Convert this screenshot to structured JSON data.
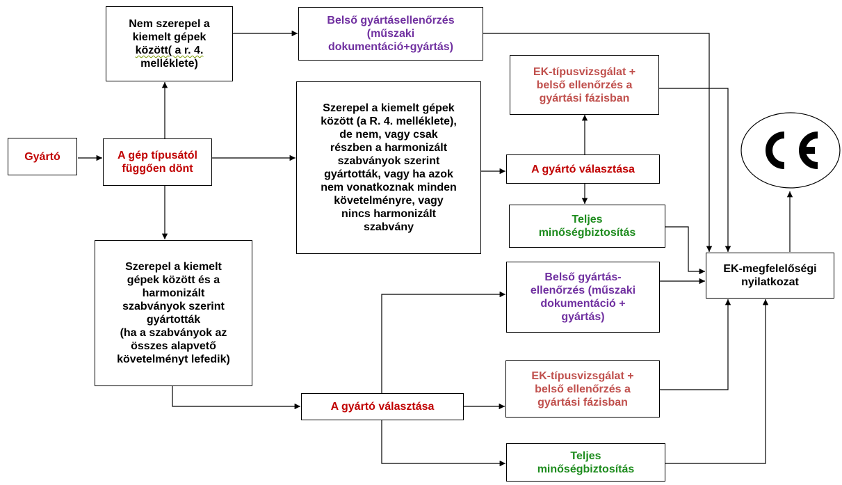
{
  "nodes": {
    "manufacturer": "Gyártó",
    "decides_by_type": "A gép típusától\nfüggően dönt",
    "not_listed": {
      "line1": "Nem szerepel a\nkiemelt gépek\n",
      "underlined": "között( a r. 4.",
      "line2": "\nmelléklete)"
    },
    "internal_check_top": "Belső gyártásellenőrzés\n(műszaki\ndokumentáció+gyártás)",
    "listed_not_harmonized": "Szerepel a kiemelt gépek\nközött (a R. 4. melléklete),\nde nem, vagy csak\nrészben a harmonizált\nszabványok szerint\ngyártották, vagy ha azok\nnem vonatkoznak minden\nkövetelményre, vagy\nnincs harmonizált\nszabvány",
    "ec_type_exam_top": "EK-típusvizsgálat +\nbelső ellenőrzés a\ngyártási fázisban",
    "choice_top": "A gyártó választása",
    "full_qa_top": "Teljes\nminőségbiztosítás",
    "listed_harmonized": "Szerepel a kiemelt\ngépek között és a\nharmonizált\nszabványok szerint\ngyártották\n(ha a szabványok az\nösszes alapvető\nkövetelményt lefedik)",
    "internal_check_bottom": "Belső gyártás-\nellenőrzés (műszaki\ndokumentáció +\ngyártás)",
    "ec_type_exam_bottom": "EK-típusvizsgálat +\nbelső ellenőrzés a\ngyártási fázisban",
    "choice_bottom": "A gyártó választása",
    "full_qa_bottom": "Teljes\nminőségbiztosítás",
    "ec_declaration": "EK-megfelelőségi\nnyilatkozat"
  },
  "ce_mark": "CE",
  "colors": {
    "red": "#c00000",
    "purple": "#7030a0",
    "salmon": "#c0504d",
    "green": "#1e8c1e",
    "black": "#000000"
  }
}
